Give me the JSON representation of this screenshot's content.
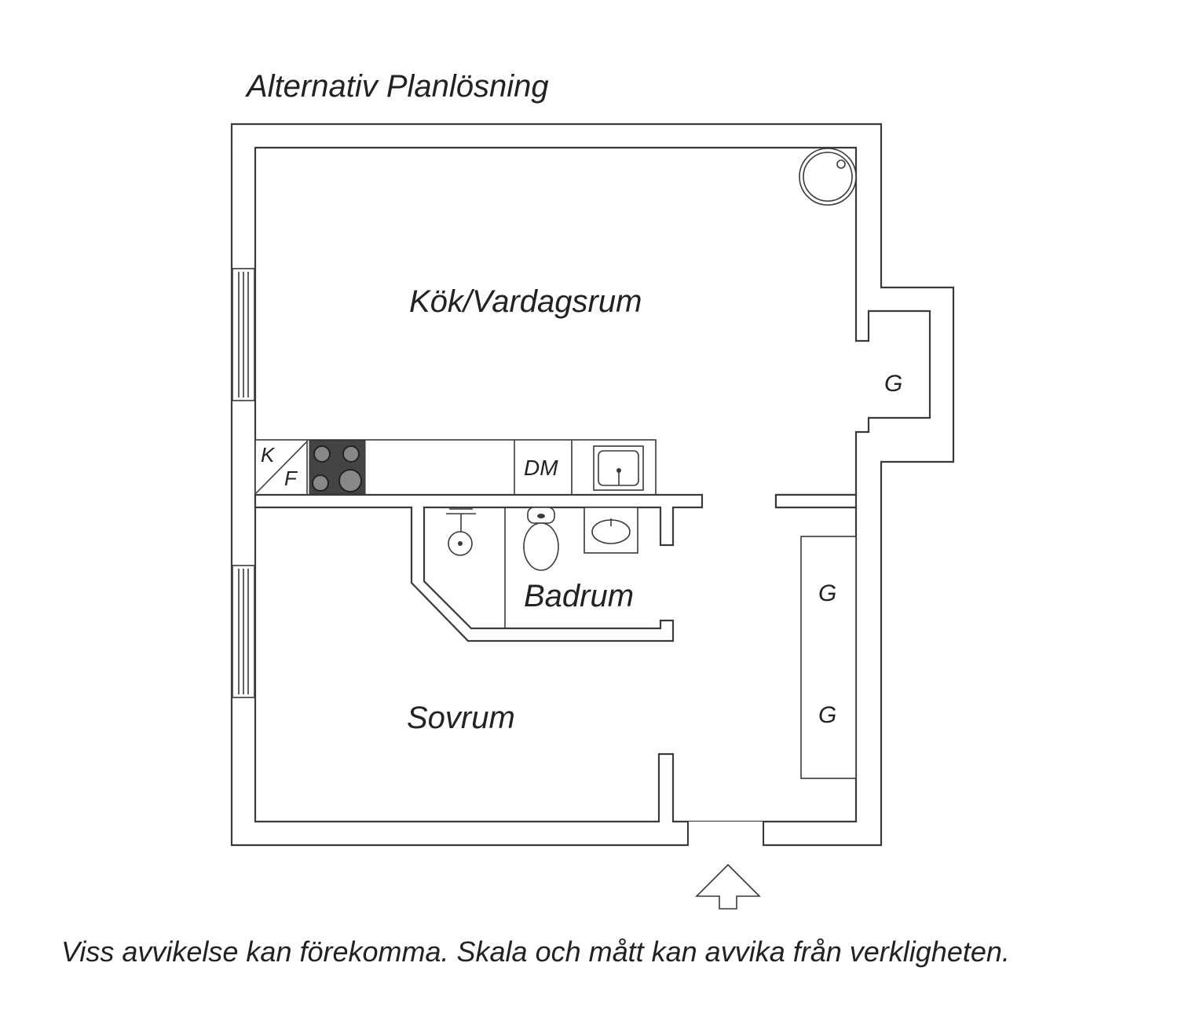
{
  "title": "Alternativ Planlösning",
  "rooms": {
    "kitchen_living": "Kök/Vardagsrum",
    "bathroom": "Badrum",
    "bedroom": "Sovrum"
  },
  "fixtures": {
    "fridge_top": "K",
    "fridge_bottom": "F",
    "dishwasher": "DM",
    "wardrobe_hall": "G",
    "wardrobe_1": "G",
    "wardrobe_2": "G"
  },
  "disclaimer": "Viss avvikelse kan förekomma. Skala och mått kan avvika från verkligheten."
}
